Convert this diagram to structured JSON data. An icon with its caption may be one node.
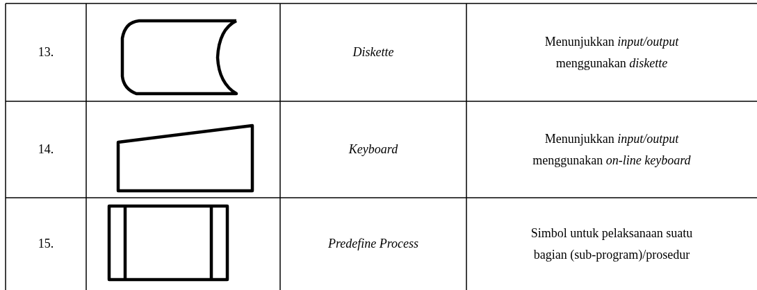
{
  "diagram": {
    "nodes": [
      {
        "text": [],
        "shape": "disk"
      },
      {
        "text": [],
        "shape": "trapezoid"
      },
      {
        "text": [],
        "shape": "box"
      }
    ],
    "labels": [
      "13.",
      "Diskette",
      "Menunjukkan *input/output* menggunakan *diskette*",
      "14.",
      "Keyboard",
      "Menunjukkan *input/output* menggunakan *on-line keyboard*",
      "15.",
      "Predefine Process",
      "Simbol untuk pelaksanaan suatu bagian (sub-program)/prosedur"
    ]
  }
}
